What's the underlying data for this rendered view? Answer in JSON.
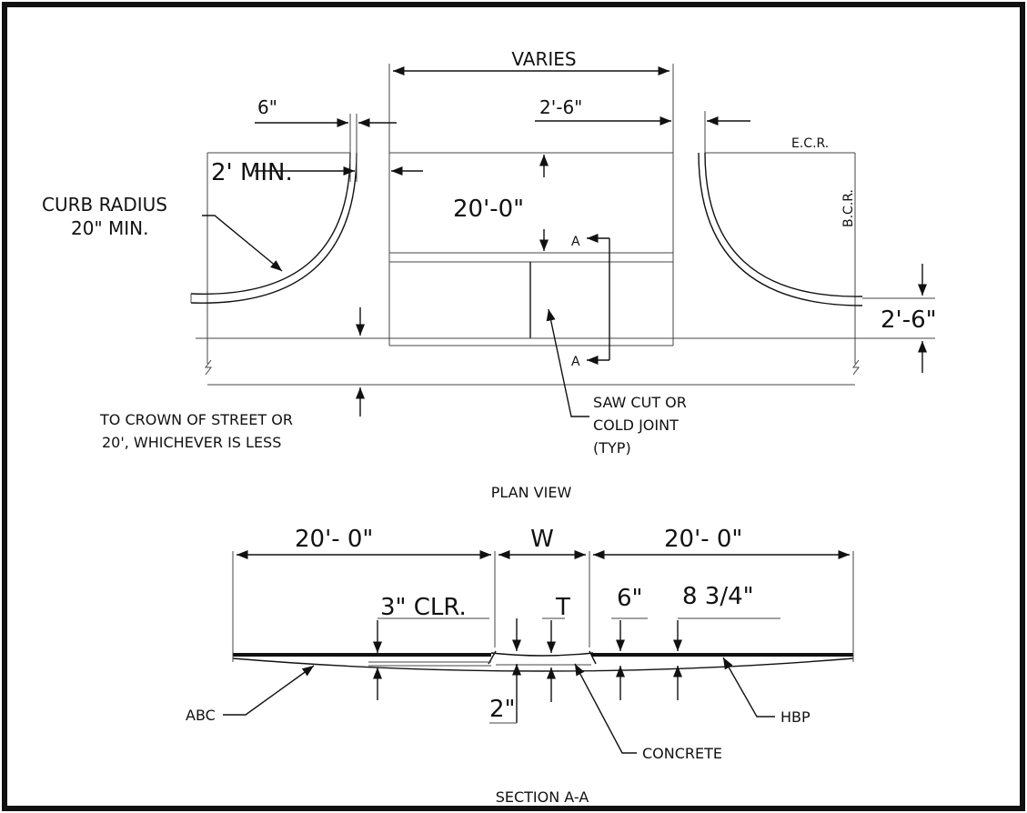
{
  "dims": {
    "varies": "VARIES",
    "six_in_top": "6\"",
    "two_six_top": "2'-6\"",
    "two_min": "2' MIN.",
    "twenty_plan": "20'-0\"",
    "two_six_right": "2'-6\"",
    "twenty_left": "20'- 0\"",
    "w": "W",
    "twenty_right": "20'- 0\"",
    "three_clr": "3\" CLR.",
    "t": "T",
    "six_in_sec": "6\"",
    "eight_three_quarter": "8 3/4\"",
    "two_in": "2\""
  },
  "labels": {
    "curb_radius_1": "CURB RADIUS",
    "curb_radius_2": "20\" MIN.",
    "ecr": "E.C.R.",
    "bcr": "B.C.R.",
    "section_a_top": "A",
    "section_a_bottom": "A",
    "crown_1": "TO CROWN OF STREET OR",
    "crown_2": "20', WHICHEVER IS LESS",
    "saw_1": "SAW CUT OR",
    "saw_2": "COLD JOINT",
    "saw_3": "(TYP)",
    "plan_view": "PLAN VIEW",
    "abc": "ABC",
    "hbp": "HBP",
    "concrete": "CONCRETE",
    "section_title": "SECTION A-A"
  }
}
